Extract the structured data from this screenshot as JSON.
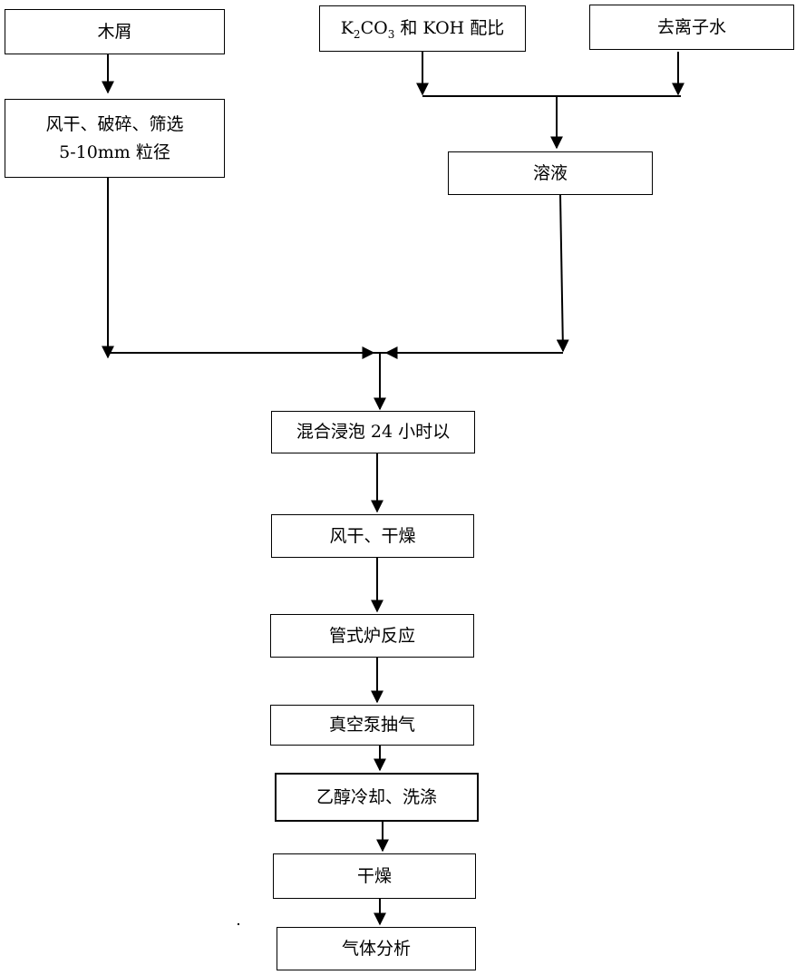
{
  "nodes": {
    "sawdust": "木屑",
    "pretreat": [
      "风干、破碎、筛选",
      "5-10mm 粒径"
    ],
    "reagent": {
      "k": "K",
      "sub1": "2",
      "co": "CO",
      "sub2": "3",
      "rest": " 和 KOH 配比"
    },
    "water": "去离子水",
    "solution": "溶液",
    "soak": "混合浸泡 24 小时以",
    "dry1": "风干、干燥",
    "furnace": "管式炉反应",
    "vacuum": "真空泵抽气",
    "ethanol": "乙醇冷却、洗涤",
    "dry2": "干燥",
    "gas": "气体分析"
  }
}
